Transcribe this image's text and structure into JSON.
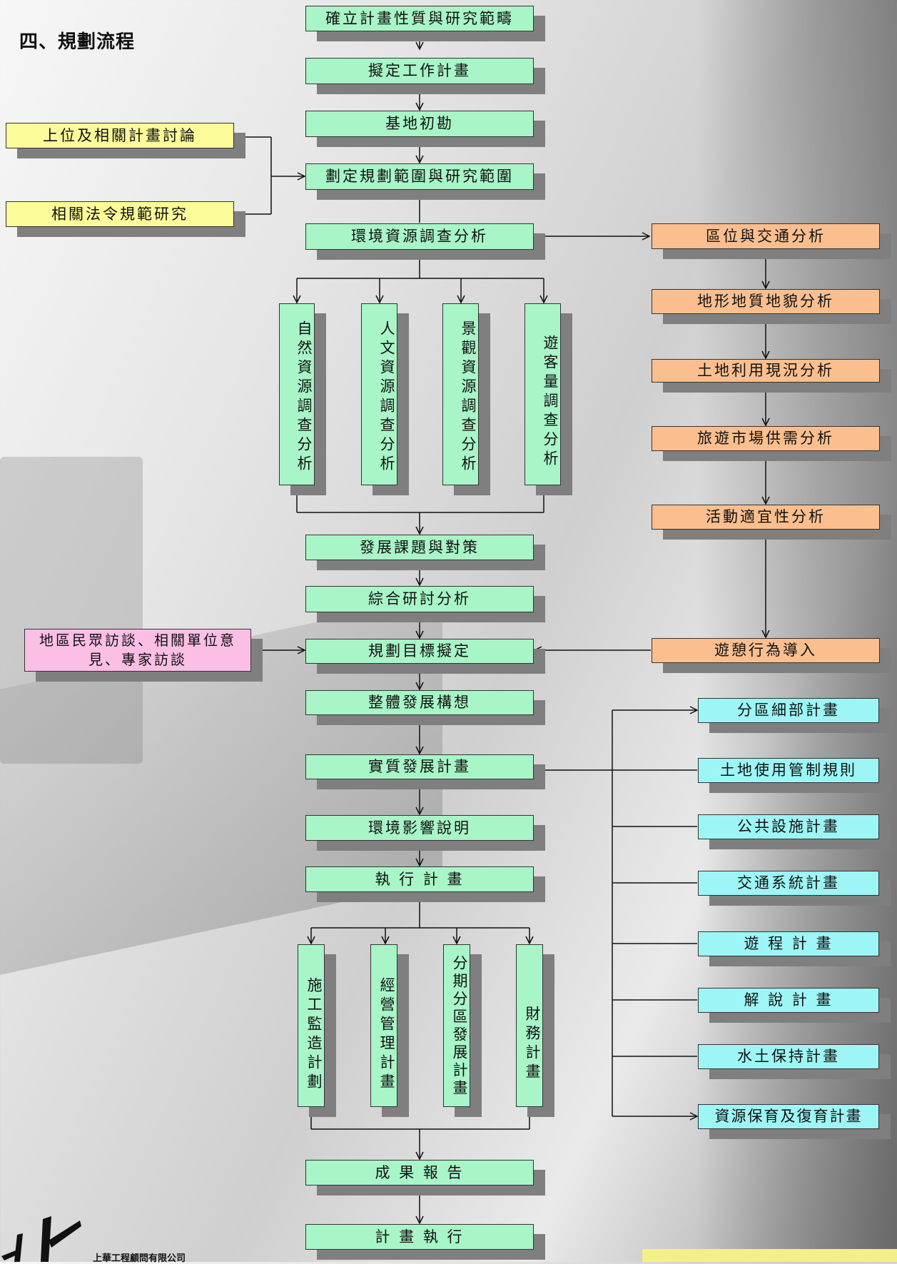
{
  "title": "四、規劃流程",
  "main": [
    "確立計畫性質與研究範疇",
    "擬定工作計畫",
    "基地初勘",
    "劃定規劃範圍與研究範圍",
    "環境資源調查分析",
    "發展課題與對策",
    "綜合研討分析",
    "規劃目標擬定",
    "整體發展構想",
    "實質發展計畫",
    "環境影響說明",
    "執 行 計 畫",
    "成 果 報 告",
    "計 畫 執 行"
  ],
  "left_inputs": [
    "上位及相關計畫討論",
    "相關法令規範研究",
    "地區民眾訪談、相關單位意見、專家訪談"
  ],
  "survey": [
    "自然資源調查分析",
    "人文資源調查分析",
    "景觀資源調查分析",
    "遊客量調查分析"
  ],
  "analysis": [
    "區位與交通分析",
    "地形地質地貌分析",
    "土地利用現況分析",
    "旅遊市場供需分析",
    "活動適宜性分析",
    "遊憩行為導入"
  ],
  "plans": [
    "分區細部計畫",
    "土地使用管制規則",
    "公共設施計畫",
    "交通系統計畫",
    "遊 程 計 畫",
    "解 說 計 畫",
    "水土保持計畫",
    "資源保育及復育計畫"
  ],
  "execution": [
    "施工監造計劃",
    "經營管理計畫",
    "分期分區發展計畫",
    "財務計畫"
  ],
  "logo": {
    "company": "上華工程顧問有限公司"
  }
}
